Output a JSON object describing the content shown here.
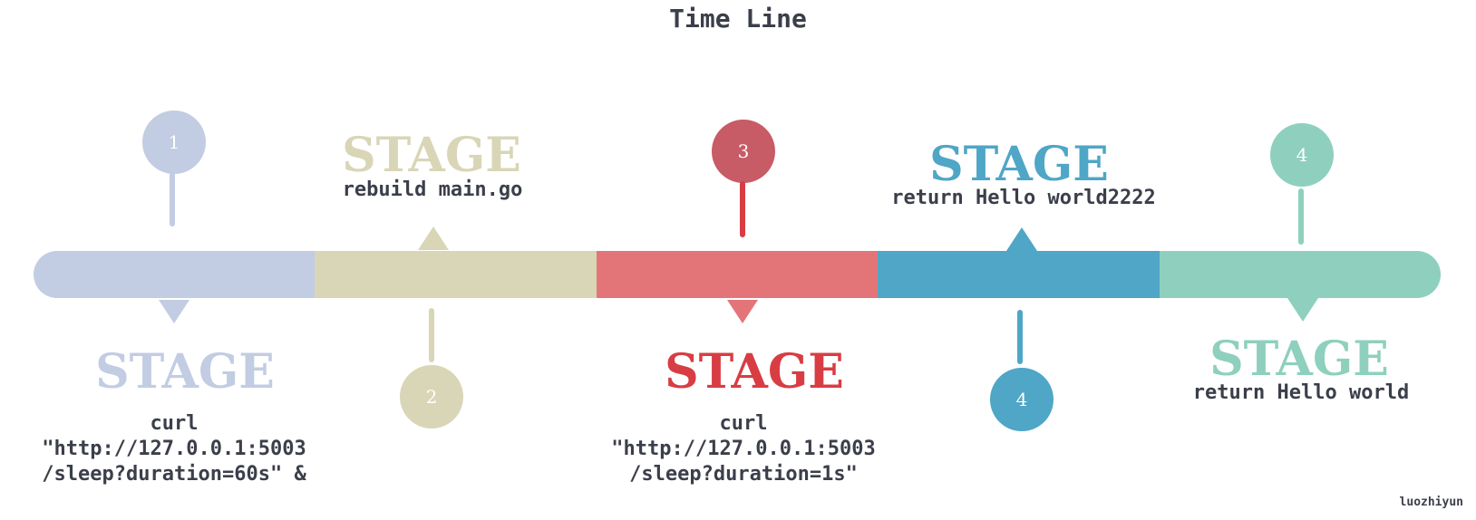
{
  "title": "Time Line",
  "colors": {
    "stage1": "#c2cde3",
    "stage2": "#d8d6b6",
    "stage3_bar": "#e37578",
    "stage3_accent": "#d83d43",
    "stage3_pin": "#c75b66",
    "stage4": "#4fa6c6",
    "stage5": "#8ed0bd",
    "text": "#3b3f4a"
  },
  "stages": [
    {
      "pin": "1",
      "label": "STAGE",
      "description": "curl\n\"http://127.0.0.1:5003\n/sleep?duration=60s\" &"
    },
    {
      "pin": "2",
      "label": "STAGE",
      "description": "rebuild main.go"
    },
    {
      "pin": "3",
      "label": "STAGE",
      "description": "curl\n\"http://127.0.0.1:5003\n/sleep?duration=1s\""
    },
    {
      "pin": "4",
      "label": "STAGE",
      "description": "return Hello world2222"
    },
    {
      "pin": "4",
      "label": "STAGE",
      "description": "return Hello world"
    }
  ],
  "credit": "luozhiyun"
}
